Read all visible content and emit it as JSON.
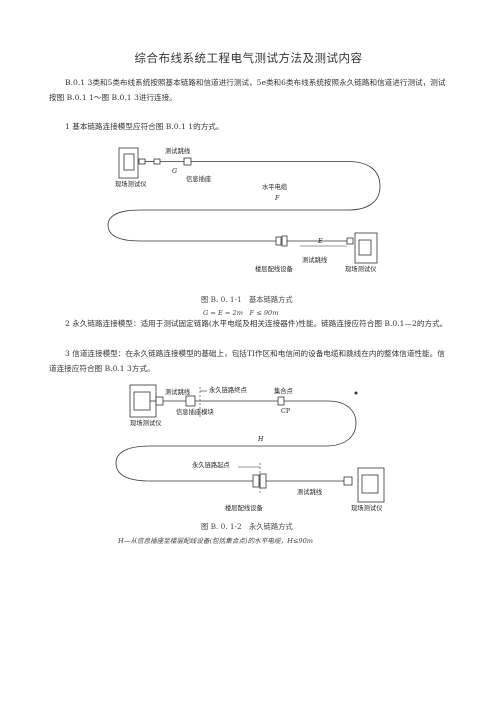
{
  "doc": {
    "title": "综合布线系统工程电气测试方法及测试内容",
    "p1": "B.0.1 3类和5类布线系统按照基本链路和信道进行测试，5e类和6类布线系统按照永久链路和信道进行测试，测试按图 B.0.1 1～图 B.0.1 3进行连接。",
    "p2": "1 基本链路连接模型应符合图 B.0.1 1的方式。",
    "p3": "2 永久链路连接模型：适用于测试固定链路(水平电缆及相关连接器件)性能。链路连接应符合图 B.0.1—2的方式。",
    "p4": "3 信道连接模型：在永久链路连接模型的基础上，包括TI作区和电信间的设备电缆和跳线在内的整体信道性能。信道连接应符合图 B.0.1 3方式。"
  },
  "fig1": {
    "labels": {
      "tester_left": "现场测试仪",
      "cord_top": "测试跳线",
      "g": "G",
      "outlet": "信息插座",
      "hcable": "水平电缆",
      "f": "F",
      "e": "E",
      "distributor": "楼层配线设备",
      "cord_bottom": "测试跳线",
      "tester_right": "现场测试仪"
    },
    "caption": "图 B. 0. 1-1　基本链路方式",
    "sub": "G = E = 2m　F ≤ 90m"
  },
  "fig2": {
    "labels": {
      "cord_top": "测试跳线",
      "end_point": "永久链路终点",
      "cp": "集合点",
      "cp_abbr": "CP",
      "tester_left": "现场测试仪",
      "outlet": "信息插座模块",
      "h": "H",
      "start_point": "永久链路起点",
      "cord_bottom": "测试跳线",
      "distributor": "楼层配线设备",
      "tester_right": "现场测试仪"
    },
    "caption": "图 B. 0. 1-2　永久链路方式",
    "sub": "H—从信息插座至楼层配线设备(包括集合点)的水平电缆，H≤90m"
  }
}
